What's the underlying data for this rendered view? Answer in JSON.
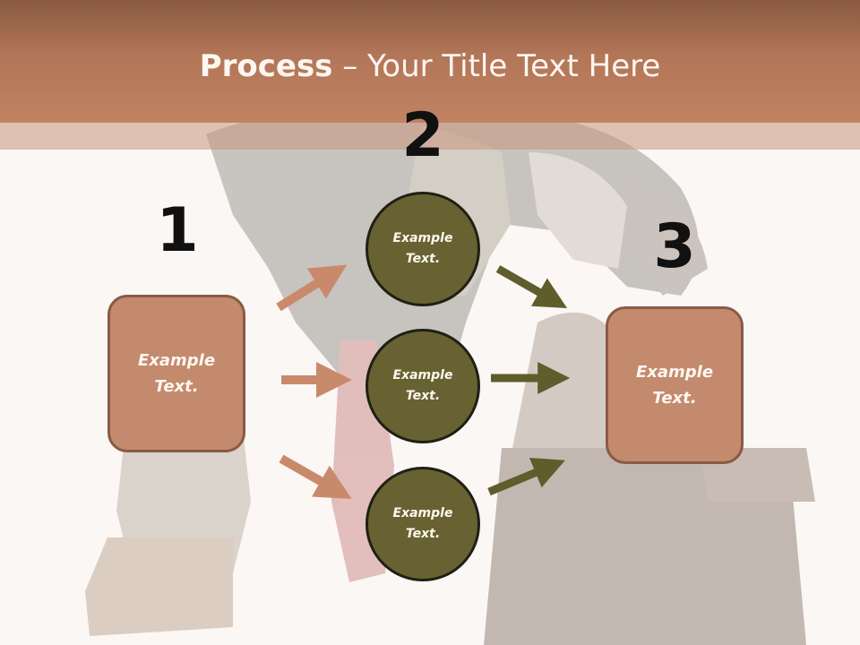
{
  "title": {
    "bold": "Process",
    "rest": " – Your Title Text Here"
  },
  "steps": [
    {
      "number": "1",
      "label": "Example Text."
    },
    {
      "number": "2",
      "items": [
        "Example Text.",
        "Example Text.",
        "Example Text."
      ]
    },
    {
      "number": "3",
      "label": "Example Text."
    }
  ],
  "colors": {
    "title_band": "#b27658",
    "box_fill": "#c38a6e",
    "circle_fill": "#686232",
    "arrow_in": "#c98a6c",
    "arrow_out": "#5f5d2c"
  }
}
